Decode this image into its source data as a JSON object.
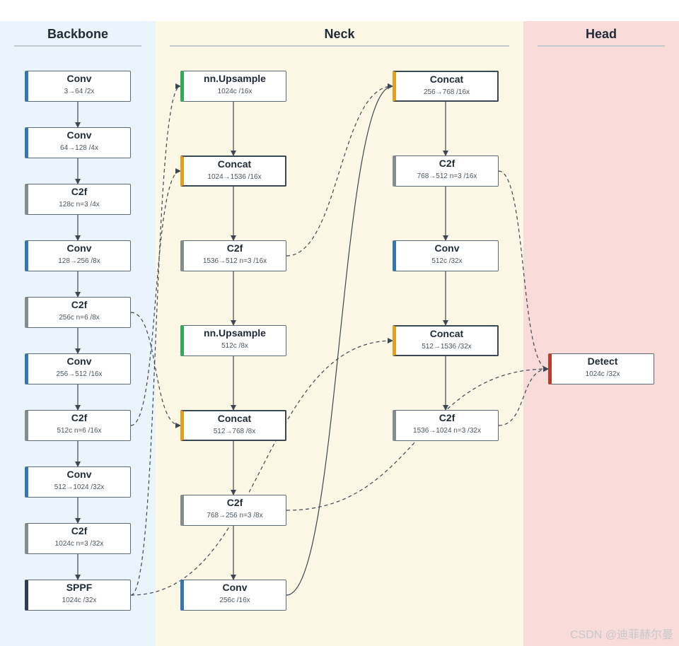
{
  "sections": {
    "backbone": "Backbone",
    "neck": "Neck",
    "head": "Head"
  },
  "nodes": [
    {
      "id": "b0",
      "type": "conv",
      "name": "Conv",
      "desc": "3→64 /2x"
    },
    {
      "id": "b1",
      "type": "conv",
      "name": "Conv",
      "desc": "64→128 /4x"
    },
    {
      "id": "b2",
      "type": "c2f",
      "name": "C2f",
      "desc": "128c n=3 /4x"
    },
    {
      "id": "b3",
      "type": "conv",
      "name": "Conv",
      "desc": "128→256 /8x"
    },
    {
      "id": "b4",
      "type": "c2f",
      "name": "C2f",
      "desc": "256c n=6 /8x"
    },
    {
      "id": "b5",
      "type": "conv",
      "name": "Conv",
      "desc": "256→512 /16x"
    },
    {
      "id": "b6",
      "type": "c2f",
      "name": "C2f",
      "desc": "512c n=6 /16x"
    },
    {
      "id": "b7",
      "type": "conv",
      "name": "Conv",
      "desc": "512→1024 /32x"
    },
    {
      "id": "b8",
      "type": "c2f",
      "name": "C2f",
      "desc": "1024c n=3 /32x"
    },
    {
      "id": "b9",
      "type": "sppf",
      "name": "SPPF",
      "desc": "1024c /32x"
    },
    {
      "id": "n0",
      "type": "upsample",
      "name": "nn.Upsample",
      "desc": "1024c /16x"
    },
    {
      "id": "n1",
      "type": "concat",
      "name": "Concat",
      "desc": "1024→1536 /16x"
    },
    {
      "id": "n2",
      "type": "c2f",
      "name": "C2f",
      "desc": "1536→512 n=3 /16x"
    },
    {
      "id": "n3",
      "type": "upsample",
      "name": "nn.Upsample",
      "desc": "512c /8x"
    },
    {
      "id": "n4",
      "type": "concat",
      "name": "Concat",
      "desc": "512→768 /8x"
    },
    {
      "id": "n5",
      "type": "c2f",
      "name": "C2f",
      "desc": "768→256 n=3 /8x"
    },
    {
      "id": "n6",
      "type": "conv",
      "name": "Conv",
      "desc": "256c /16x"
    },
    {
      "id": "m0",
      "type": "concat",
      "name": "Concat",
      "desc": "256→768 /16x"
    },
    {
      "id": "m1",
      "type": "c2f",
      "name": "C2f",
      "desc": "768→512 n=3 /16x"
    },
    {
      "id": "m2",
      "type": "conv",
      "name": "Conv",
      "desc": "512c /32x"
    },
    {
      "id": "m3",
      "type": "concat",
      "name": "Concat",
      "desc": "512→1536 /32x"
    },
    {
      "id": "m4",
      "type": "c2f",
      "name": "C2f",
      "desc": "1536→1024 n=3 /32x"
    },
    {
      "id": "h0",
      "type": "detect",
      "name": "Detect",
      "desc": "1024c /32x"
    }
  ],
  "edges": [
    {
      "from": "b0",
      "to": "b1",
      "style": "solid"
    },
    {
      "from": "b1",
      "to": "b2",
      "style": "solid"
    },
    {
      "from": "b2",
      "to": "b3",
      "style": "solid"
    },
    {
      "from": "b3",
      "to": "b4",
      "style": "solid"
    },
    {
      "from": "b4",
      "to": "b5",
      "style": "solid"
    },
    {
      "from": "b5",
      "to": "b6",
      "style": "solid"
    },
    {
      "from": "b6",
      "to": "b7",
      "style": "solid"
    },
    {
      "from": "b7",
      "to": "b8",
      "style": "solid"
    },
    {
      "from": "b8",
      "to": "b9",
      "style": "solid"
    },
    {
      "from": "n0",
      "to": "n1",
      "style": "solid"
    },
    {
      "from": "n1",
      "to": "n2",
      "style": "solid"
    },
    {
      "from": "n2",
      "to": "n3",
      "style": "solid"
    },
    {
      "from": "n3",
      "to": "n4",
      "style": "solid"
    },
    {
      "from": "n4",
      "to": "n5",
      "style": "solid"
    },
    {
      "from": "n5",
      "to": "n6",
      "style": "solid"
    },
    {
      "from": "m0",
      "to": "m1",
      "style": "solid"
    },
    {
      "from": "m1",
      "to": "m2",
      "style": "solid"
    },
    {
      "from": "m2",
      "to": "m3",
      "style": "solid"
    },
    {
      "from": "m3",
      "to": "m4",
      "style": "solid"
    },
    {
      "from": "b9",
      "to": "n0",
      "style": "dashed"
    },
    {
      "from": "b6",
      "to": "n1",
      "style": "dashed"
    },
    {
      "from": "b4",
      "to": "n4",
      "style": "dashed"
    },
    {
      "from": "n2",
      "to": "m0",
      "style": "dashed"
    },
    {
      "from": "n6",
      "to": "m0",
      "style": "solid"
    },
    {
      "from": "b9",
      "to": "m3",
      "style": "dashed"
    },
    {
      "from": "n5",
      "to": "h0",
      "style": "dashed"
    },
    {
      "from": "m1",
      "to": "h0",
      "style": "dashed"
    },
    {
      "from": "m4",
      "to": "h0",
      "style": "dashed"
    }
  ],
  "watermark": "CSDN @迪菲赫尔曼",
  "colors": {
    "conv": "#2f78b5",
    "c2f": "#838d92",
    "upsample": "#2eab5b",
    "concat": "#e89d1e",
    "sppf": "#2c3e50",
    "detect": "#c0392b",
    "edge": "#3b4754"
  }
}
